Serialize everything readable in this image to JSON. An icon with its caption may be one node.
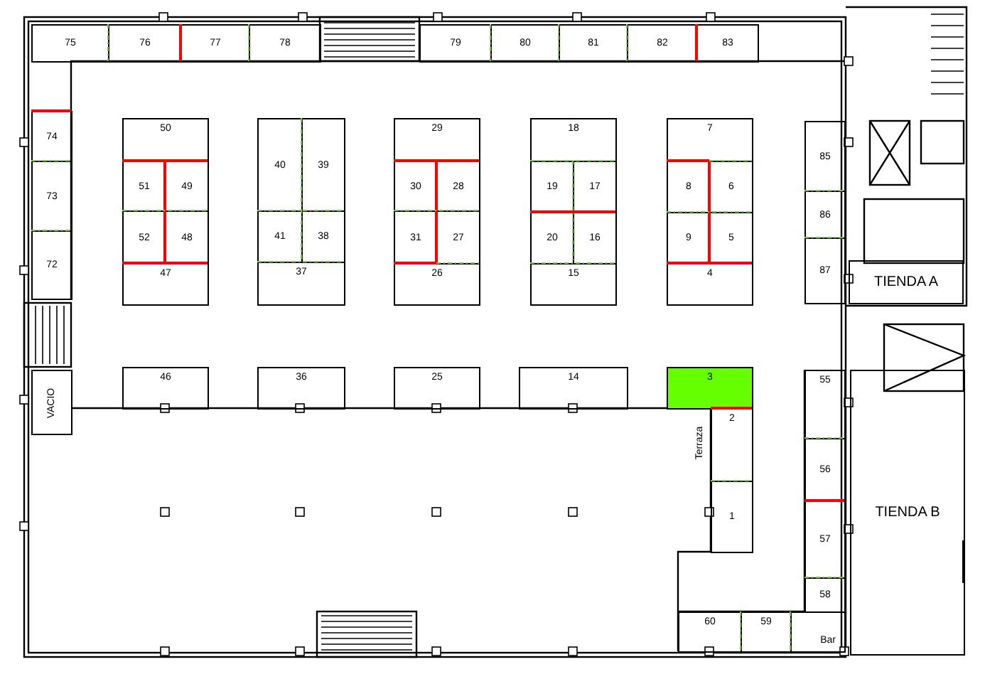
{
  "diagram": {
    "nodes": [
      {
        "text": [
          "75"
        ]
      },
      {
        "text": [
          "76"
        ]
      },
      {
        "text": [
          "77"
        ]
      },
      {
        "text": [
          "78"
        ]
      },
      {
        "text": [
          "79"
        ]
      },
      {
        "text": [
          "80"
        ]
      },
      {
        "text": [
          "81"
        ]
      },
      {
        "text": [
          "82"
        ]
      },
      {
        "text": [
          "83"
        ]
      },
      {
        "text": [
          "74"
        ]
      },
      {
        "text": [
          "50"
        ]
      },
      {
        "text": [
          "40"
        ]
      },
      {
        "text": [
          "39"
        ]
      },
      {
        "text": [
          "29"
        ]
      },
      {
        "text": [
          "18"
        ]
      },
      {
        "text": [
          "7"
        ]
      },
      {
        "text": [
          "85"
        ]
      },
      {
        "text": [
          "73"
        ]
      },
      {
        "text": [
          "51"
        ]
      },
      {
        "text": [
          "49"
        ]
      },
      {
        "text": [
          "30"
        ]
      },
      {
        "text": [
          "28"
        ]
      },
      {
        "text": [
          "19"
        ]
      },
      {
        "text": [
          "17"
        ]
      },
      {
        "text": [
          "8"
        ]
      },
      {
        "text": [
          "6"
        ]
      },
      {
        "text": [
          "86"
        ]
      },
      {
        "text": [
          "52"
        ]
      },
      {
        "text": [
          "48"
        ]
      },
      {
        "text": [
          "41"
        ]
      },
      {
        "text": [
          "38"
        ]
      },
      {
        "text": [
          "31"
        ]
      },
      {
        "text": [
          "27"
        ]
      },
      {
        "text": [
          "20"
        ]
      },
      {
        "text": [
          "16"
        ]
      },
      {
        "text": [
          "9"
        ]
      },
      {
        "text": [
          "5"
        ]
      },
      {
        "text": [
          "72"
        ]
      },
      {
        "text": [
          "87"
        ]
      },
      {
        "text": [
          "47"
        ]
      },
      {
        "text": [
          "37"
        ]
      },
      {
        "text": [
          "26"
        ]
      },
      {
        "text": [
          "15"
        ]
      },
      {
        "text": [
          "4"
        ]
      },
      {
        "text": [
          "TIENDA A"
        ]
      },
      {
        "text": [
          "46"
        ]
      },
      {
        "text": [
          "36"
        ]
      },
      {
        "text": [
          "25"
        ]
      },
      {
        "text": [
          "14"
        ]
      },
      {
        "text": [
          "3"
        ]
      },
      {
        "text": [
          "55"
        ]
      },
      {
        "text": [
          "TIENDA B"
        ]
      },
      {
        "text": [
          "2"
        ]
      },
      {
        "text": [
          "56"
        ]
      },
      {
        "text": [
          "1"
        ]
      },
      {
        "text": [
          "57"
        ]
      },
      {
        "text": [
          "58"
        ]
      },
      {
        "text": [
          "60"
        ]
      },
      {
        "text": [
          "59"
        ]
      },
      {
        "text": [
          "Bar"
        ]
      },
      {
        "text": [
          "VACIO"
        ]
      }
    ],
    "labels": [
      "Terraza"
    ]
  }
}
